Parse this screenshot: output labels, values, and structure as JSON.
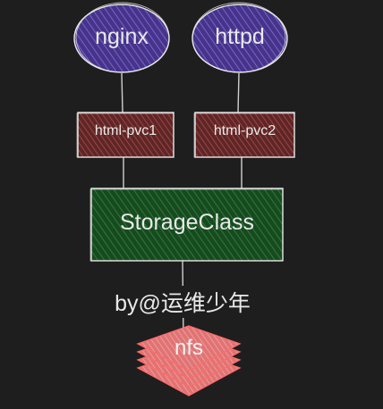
{
  "diagram": {
    "nodes": {
      "nginx": {
        "label": "nginx",
        "shape": "ellipse",
        "fill": "#5b3fa8",
        "stroke": "#e8e8e8"
      },
      "httpd": {
        "label": "httpd",
        "shape": "ellipse",
        "fill": "#5b3fa8",
        "stroke": "#e8e8e8"
      },
      "pvc1": {
        "label": "html-pvc1",
        "shape": "rect",
        "fill": "#7a2f2f",
        "stroke": "#e8e8e8"
      },
      "pvc2": {
        "label": "html-pvc2",
        "shape": "rect",
        "fill": "#7a2f2f",
        "stroke": "#e8e8e8"
      },
      "storageclass": {
        "label": "StorageClass",
        "shape": "rect",
        "fill": "#1f5a2a",
        "stroke": "#e8e8e8"
      },
      "nfs": {
        "label": "nfs",
        "shape": "stacked-diamonds",
        "fill": "#f08c8c",
        "stroke": "#ff6b6b"
      }
    },
    "edges": [
      {
        "from": "nginx",
        "to": "pvc1"
      },
      {
        "from": "httpd",
        "to": "pvc2"
      },
      {
        "from": "pvc1",
        "to": "storageclass"
      },
      {
        "from": "pvc2",
        "to": "storageclass"
      },
      {
        "from": "storageclass",
        "to": "nfs"
      }
    ],
    "caption": "by@运维少年",
    "background": "#1e1e1e",
    "edge_color": "#cfcfcf"
  }
}
